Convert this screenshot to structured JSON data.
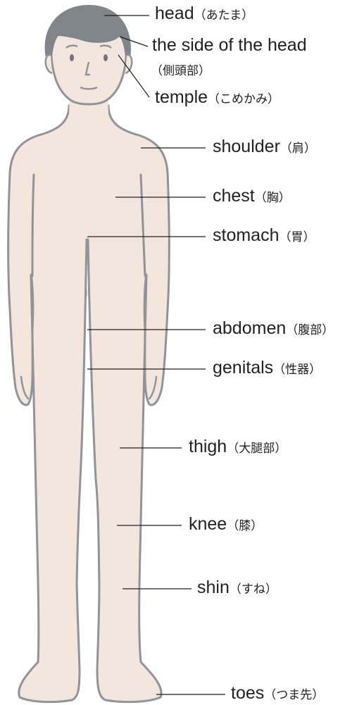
{
  "diagram": {
    "colors": {
      "skin": "#f3e6dc",
      "outline": "#8e949a",
      "hair": "#7f858b",
      "text": "#231f20"
    },
    "labels": {
      "head": {
        "en": "head",
        "jp": "（あたま）"
      },
      "side_of_head": {
        "en": "the side of the head",
        "jp": "（側頭部）"
      },
      "temple": {
        "en": "temple",
        "jp": "（こめかみ）"
      },
      "shoulder": {
        "en": "shoulder",
        "jp": "（肩）"
      },
      "chest": {
        "en": "chest",
        "jp": "（胸）"
      },
      "stomach": {
        "en": "stomach",
        "jp": "（胃）"
      },
      "abdomen": {
        "en": "abdomen",
        "jp": "（腹部）"
      },
      "genitals": {
        "en": "genitals",
        "jp": "（性器）"
      },
      "thigh": {
        "en": "thigh",
        "jp": "（大腿部）"
      },
      "knee": {
        "en": "knee",
        "jp": "（膝）"
      },
      "shin": {
        "en": "shin",
        "jp": "（すね）"
      },
      "toes": {
        "en": "toes",
        "jp": "（つま先）"
      }
    }
  }
}
